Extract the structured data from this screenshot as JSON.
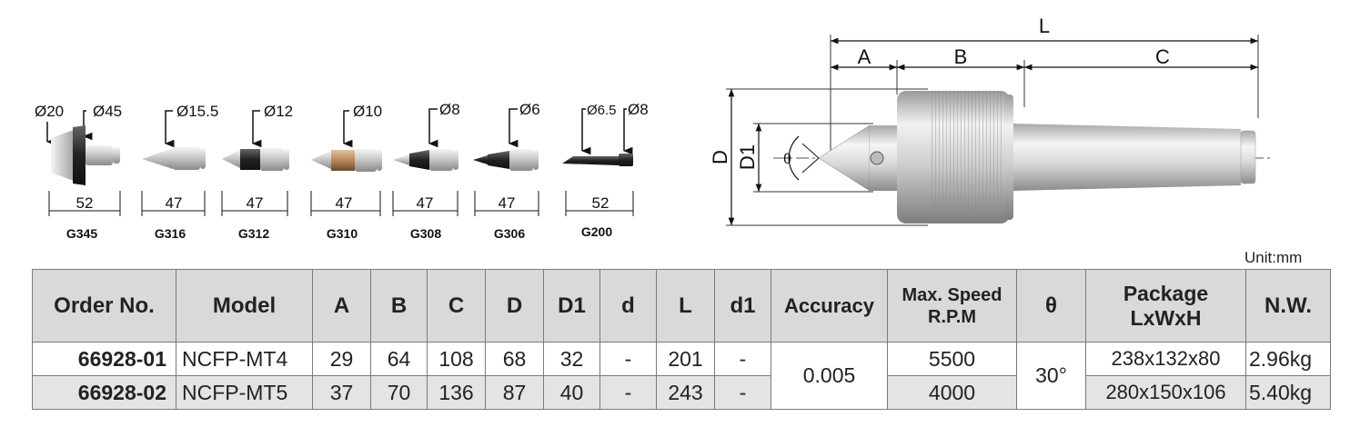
{
  "tips": [
    {
      "code": "G345",
      "length": "52",
      "dia": [
        "Ø20",
        "Ø45"
      ]
    },
    {
      "code": "G316",
      "length": "47",
      "dia": [
        "Ø15.5"
      ]
    },
    {
      "code": "G312",
      "length": "47",
      "dia": [
        "Ø12"
      ]
    },
    {
      "code": "G310",
      "length": "47",
      "dia": [
        "Ø10"
      ]
    },
    {
      "code": "G308",
      "length": "47",
      "dia": [
        "Ø8"
      ]
    },
    {
      "code": "G306",
      "length": "47",
      "dia": [
        "Ø6"
      ]
    },
    {
      "code": "G200",
      "length": "52",
      "dia": [
        "Ø6.5",
        "Ø8"
      ]
    }
  ],
  "drawing": {
    "L": "L",
    "A": "A",
    "B": "B",
    "C": "C",
    "D": "D",
    "D1": "D1",
    "theta": "θ"
  },
  "unit": "Unit:mm",
  "table": {
    "headers": {
      "order_no": "Order No.",
      "model": "Model",
      "a": "A",
      "b": "B",
      "c": "C",
      "d_upper": "D",
      "d1_upper": "D1",
      "d_lower": "d",
      "l": "L",
      "d1_lower": "d1",
      "accuracy": "Accuracy",
      "max_speed_1": "Max. Speed",
      "max_speed_2": "R.P.M",
      "theta": "θ",
      "package_1": "Package",
      "package_2": "LxWxH",
      "nw": "N.W."
    },
    "rows": [
      {
        "order_no": "66928-01",
        "model": "NCFP-MT4",
        "a": "29",
        "b": "64",
        "c": "108",
        "d_upper": "68",
        "d1_upper": "32",
        "d_lower": "-",
        "l": "201",
        "d1_lower": "-",
        "max_speed": "5500",
        "package": "238x132x80",
        "nw": "2.96kg"
      },
      {
        "order_no": "66928-02",
        "model": "NCFP-MT5",
        "a": "37",
        "b": "70",
        "c": "136",
        "d_upper": "87",
        "d1_upper": "40",
        "d_lower": "-",
        "l": "243",
        "d1_lower": "-",
        "max_speed": "4000",
        "package": "280x150x106",
        "nw": "5.40kg"
      }
    ],
    "accuracy": "0.005",
    "theta": "30°"
  },
  "colors": {
    "header_bg": "#d9d9d9",
    "row2_bg": "#e4e4e4",
    "border": "#7a7a7a"
  }
}
